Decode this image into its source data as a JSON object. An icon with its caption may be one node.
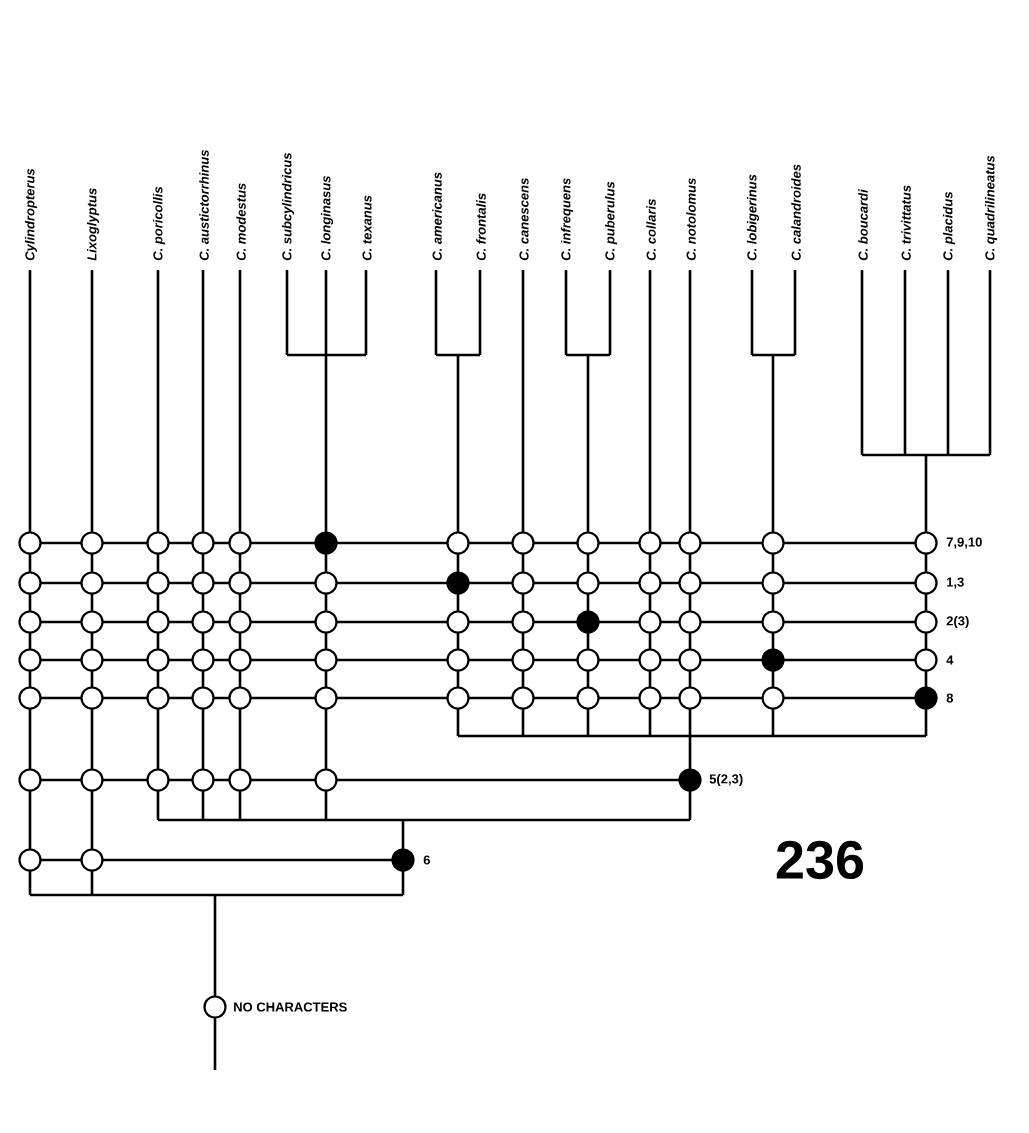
{
  "diagram": {
    "labels": [
      "Cylindropterus",
      "Lixoglyptus",
      "C. poricollis",
      "C. austictorrhinus",
      "C. modestus",
      "C. subcylindricus",
      "C. longinasus",
      "C. texanus",
      "C. americanus",
      "C. frontalis",
      "C. canescens",
      "C. infrequens",
      "C. puberulus",
      "C. collaris",
      "C. notolomus",
      "C. lobigerinus",
      "C. calandroides",
      "C. boucardi",
      "C. trivittatus",
      "C. placidus",
      "C. quadrilineatus",
      "7,9,10",
      "1,3",
      "2(3)",
      "4",
      "8",
      "5(2,3)",
      "6",
      "NO CHARACTERS",
      "236"
    ]
  }
}
